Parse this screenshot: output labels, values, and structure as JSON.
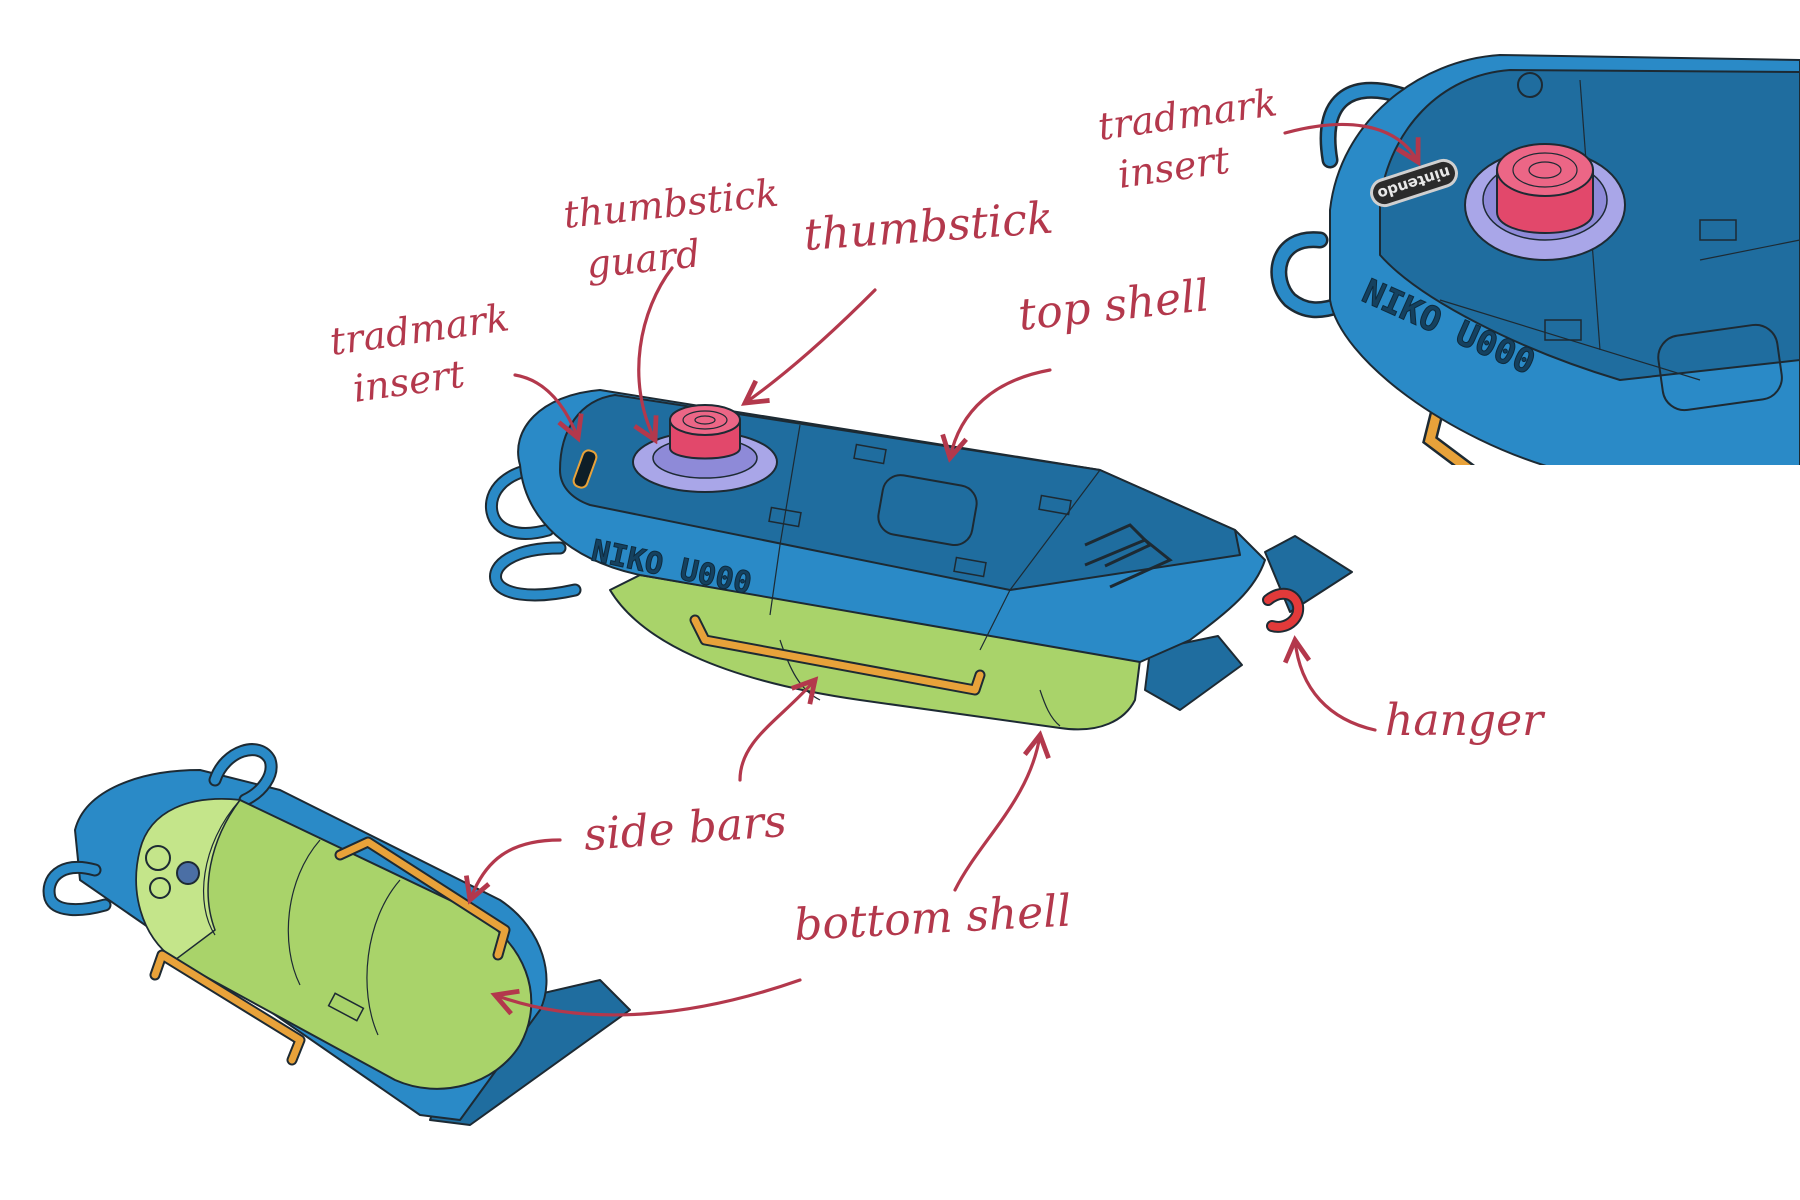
{
  "labels": {
    "trademark_insert_left": [
      "tradmark",
      "insert"
    ],
    "thumbstick_guard": [
      "thumbstick",
      "guard"
    ],
    "thumbstick": "thumbstick",
    "top_shell": "top shell",
    "trademark_insert_inset": [
      "tradmark",
      "insert"
    ],
    "hanger": "hanger",
    "side_bars": "side bars",
    "bottom_shell": "bottom shell"
  },
  "engravings": {
    "brand_text": "NIKO U000",
    "badge_text": "nintendo"
  },
  "colors": {
    "label_red": "#b3384c",
    "top_shell_blue": "#2a8ac7",
    "top_shell_dark": "#1f6d9f",
    "bottom_shell_green": "#a9d36a",
    "side_bar_orange": "#e8a23a",
    "thumbstick_pink": "#e2486b",
    "guard_lavender": "#a9a6e8",
    "hanger_red": "#e23a3a",
    "outline": "#1d2a33"
  },
  "icons": [
    "arrow-icon"
  ]
}
